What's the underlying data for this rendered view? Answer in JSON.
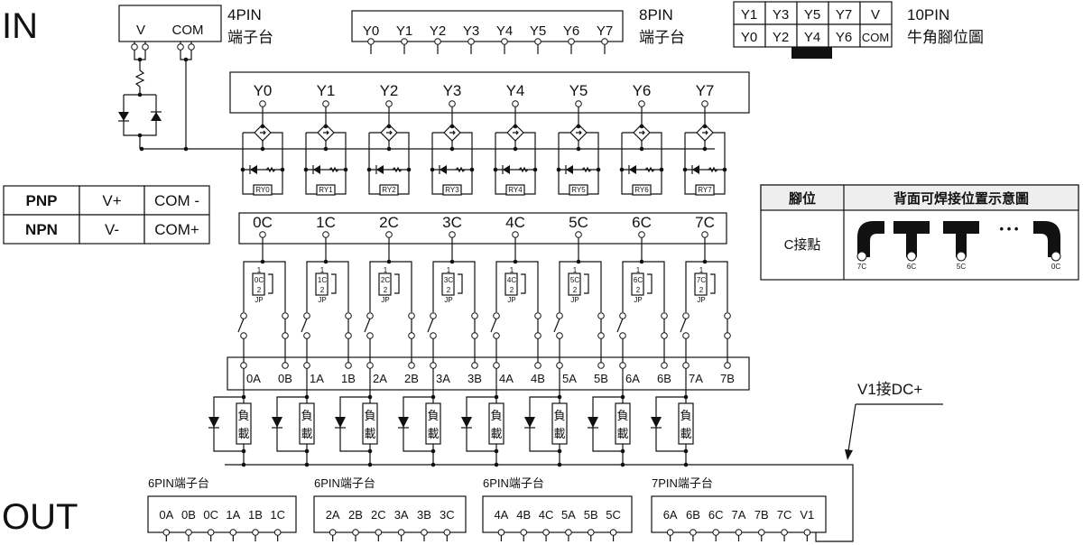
{
  "labels": {
    "in": "IN",
    "out": "OUT",
    "v1_dc": "V1接DC+"
  },
  "pin4": {
    "title": "4PIN",
    "subtitle": "端子台",
    "pins": [
      "V",
      "COM"
    ]
  },
  "pin8": {
    "title": "8PIN",
    "subtitle": "端子台",
    "pins": [
      "Y0",
      "Y1",
      "Y2",
      "Y3",
      "Y4",
      "Y5",
      "Y6",
      "Y7"
    ]
  },
  "pin10": {
    "title": "10PIN",
    "subtitle": "牛角腳位圖",
    "top_row": [
      "Y1",
      "Y3",
      "Y5",
      "Y7",
      "V"
    ],
    "bottom_row": [
      "Y0",
      "Y2",
      "Y4",
      "Y6",
      "COM"
    ]
  },
  "polarity_table": {
    "rows": [
      [
        "PNP",
        "V+",
        "COM -"
      ],
      [
        "NPN",
        "V-",
        "COM+"
      ]
    ]
  },
  "inputs": [
    "Y0",
    "Y1",
    "Y2",
    "Y3",
    "Y4",
    "Y5",
    "Y6",
    "Y7"
  ],
  "relays": [
    "RY0",
    "RY1",
    "RY2",
    "RY3",
    "RY4",
    "RY5",
    "RY6",
    "RY7"
  ],
  "commons": [
    "0C",
    "1C",
    "2C",
    "3C",
    "4C",
    "5C",
    "6C",
    "7C"
  ],
  "jumper": {
    "pin1": "1",
    "pin2": "2",
    "name": "JP"
  },
  "contacts_a": [
    "0A",
    "1A",
    "2A",
    "3A",
    "4A",
    "5A",
    "6A",
    "7A"
  ],
  "contacts_b": [
    "0B",
    "1B",
    "2B",
    "3B",
    "4B",
    "5B",
    "6B",
    "7B"
  ],
  "load_label": [
    "負",
    "載"
  ],
  "terminal_blocks": [
    {
      "title": "6PIN端子台",
      "pins": [
        "0A",
        "0B",
        "0C",
        "1A",
        "1B",
        "1C"
      ]
    },
    {
      "title": "6PIN端子台",
      "pins": [
        "2A",
        "2B",
        "2C",
        "3A",
        "3B",
        "3C"
      ]
    },
    {
      "title": "6PIN端子台",
      "pins": [
        "4A",
        "4B",
        "4C",
        "5A",
        "5B",
        "5C"
      ]
    },
    {
      "title": "7PIN端子台",
      "pins": [
        "6A",
        "6B",
        "6C",
        "7A",
        "7B",
        "7C",
        "V1"
      ]
    }
  ],
  "solder_panel": {
    "header": [
      "腳位",
      "背面可焊接位置示意圖"
    ],
    "row_label": "C接點",
    "pads": [
      "7C",
      "6C",
      "5C",
      "0C"
    ],
    "ellipsis": "• • •"
  }
}
